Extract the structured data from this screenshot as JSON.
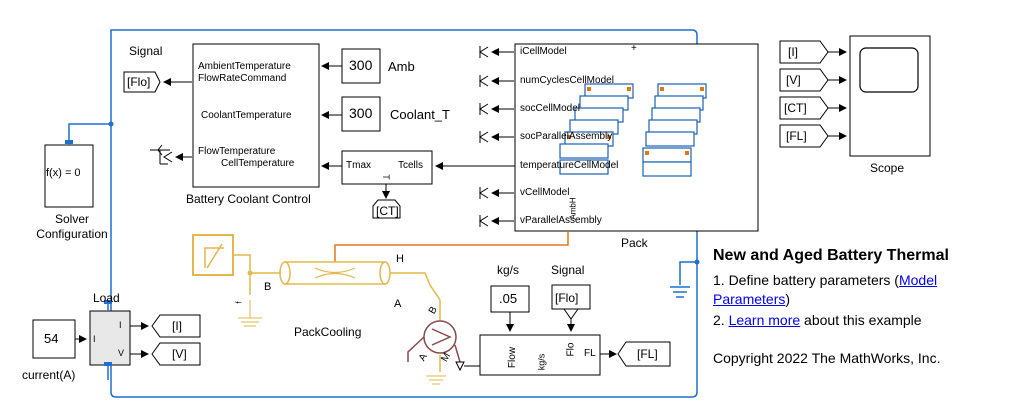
{
  "ports": {
    "ambient_temperature": "AmbientTemperature",
    "flow_rate_command": "FlowRateCommand",
    "coolant_temperature": "CoolantTemperature",
    "flow_temperature": "FlowTemperature",
    "cell_temperature": "CellTemperature",
    "tmax": "Tmax",
    "tcells": "Tcells",
    "t": "T",
    "i_cell_model": "iCellModel",
    "num_cycles_cell_model": "numCyclesCellModel",
    "soc_cell_model": "socCellModel",
    "soc_parallel_assembly": "socParallelAssembly",
    "temperature_cell_model": "temperatureCellModel",
    "v_cell_model": "vCellModel",
    "v_parallel_assembly": "vParallelAssembly",
    "ambient": "AmbH",
    "plus": "+",
    "load_i_in": "I",
    "load_i_out": "I",
    "load_v": "V",
    "port_b": "B",
    "port_a": "A",
    "port_h": "H",
    "pump_b": "B",
    "pump_a": "A",
    "pump_m": "M",
    "flow_in": "Flow",
    "flow_unit": "kg/s",
    "flo": "Flo",
    "fl_out": "FL",
    "f_small": "f",
    "ab_small": "A",
    "ab_small2": "B"
  },
  "labels": {
    "signal_1": "Signal",
    "flo_tag": "[Flo]",
    "const_amb": "300",
    "amb": "Amb",
    "const_coolant": "300",
    "coolant_t": "Coolant_T",
    "solver_fx": "f(x) = 0",
    "solver_config": "Solver\nConfiguration",
    "battery_coolant_control": "Battery Coolant Control",
    "ct_tag": "[CT]",
    "pack": "Pack",
    "load": "Load",
    "current_value": "54",
    "current_label": "current(A)",
    "i_tag": "[I]",
    "v_tag": "[V]",
    "pack_cooling": "PackCooling",
    "kgs": "kg/s",
    "signal_2": "Signal",
    "flow_const": ".05",
    "flo_tag_2": "[Flo]",
    "fl_tag": "[FL]",
    "goto_i": "[I]",
    "goto_v": "[V]",
    "goto_ct": "[CT]",
    "goto_fl": "[FL]",
    "scope": "Scope"
  },
  "annotation": {
    "title": "New and Aged Battery Thermal",
    "line1_prefix": "1. Define battery parameters (",
    "line1_link_a": "Model",
    "line1_link_b": "Parameters",
    "line1_suffix": ")",
    "line2_prefix": "2. ",
    "line2_link": "Learn more",
    "line2_suffix": " about this example",
    "copyright": "Copyright 2022 The MathWorks, Inc."
  },
  "colors": {
    "subsystem_border": "#1f6fd1",
    "thermal_line": "#e0781a",
    "fluid_line": "#e3b74a",
    "pump_color": "#8a4a4a",
    "electrical_line": "#1f6fd1",
    "pack_module_border": "#1b5fb5"
  }
}
